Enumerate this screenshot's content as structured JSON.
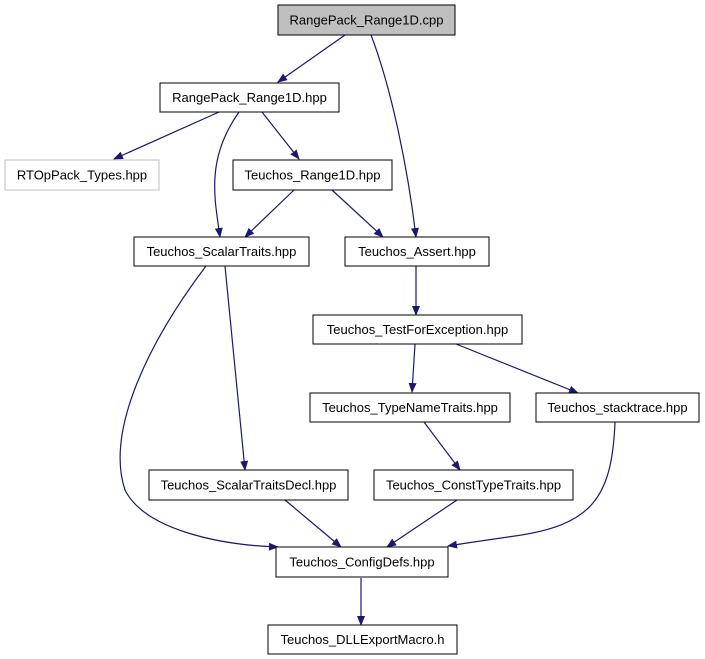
{
  "colors": {
    "edge": "#191970",
    "root_fill": "#bfbfbf",
    "external_border": "#bfbfbf",
    "node_border": "#000000"
  },
  "nodes": {
    "rangepack_range1d_cpp": "RangePack_Range1D.cpp",
    "rangepack_range1d_hpp": "RangePack_Range1D.hpp",
    "rtoppack_types_hpp": "RTOpPack_Types.hpp",
    "teuchos_range1d_hpp": "Teuchos_Range1D.hpp",
    "teuchos_scalartraits_hpp": "Teuchos_ScalarTraits.hpp",
    "teuchos_assert_hpp": "Teuchos_Assert.hpp",
    "teuchos_testforexception_hpp": "Teuchos_TestForException.hpp",
    "teuchos_typenametraits_hpp": "Teuchos_TypeNameTraits.hpp",
    "teuchos_stacktrace_hpp": "Teuchos_stacktrace.hpp",
    "teuchos_scalartraitsdecl_hpp": "Teuchos_ScalarTraitsDecl.hpp",
    "teuchos_consttypetraits_hpp": "Teuchos_ConstTypeTraits.hpp",
    "teuchos_configdefs_hpp": "Teuchos_ConfigDefs.hpp",
    "teuchos_dllexportmacro_h": "Teuchos_DLLExportMacro.h"
  },
  "edges": [
    [
      "rangepack_range1d_cpp",
      "rangepack_range1d_hpp"
    ],
    [
      "rangepack_range1d_cpp",
      "teuchos_assert_hpp"
    ],
    [
      "rangepack_range1d_hpp",
      "rtoppack_types_hpp"
    ],
    [
      "rangepack_range1d_hpp",
      "teuchos_range1d_hpp"
    ],
    [
      "rangepack_range1d_hpp",
      "teuchos_scalartraits_hpp"
    ],
    [
      "teuchos_range1d_hpp",
      "teuchos_scalartraits_hpp"
    ],
    [
      "teuchos_range1d_hpp",
      "teuchos_assert_hpp"
    ],
    [
      "teuchos_scalartraits_hpp",
      "teuchos_scalartraitsdecl_hpp"
    ],
    [
      "teuchos_scalartraits_hpp",
      "teuchos_configdefs_hpp"
    ],
    [
      "teuchos_assert_hpp",
      "teuchos_testforexception_hpp"
    ],
    [
      "teuchos_testforexception_hpp",
      "teuchos_typenametraits_hpp"
    ],
    [
      "teuchos_testforexception_hpp",
      "teuchos_stacktrace_hpp"
    ],
    [
      "teuchos_typenametraits_hpp",
      "teuchos_consttypetraits_hpp"
    ],
    [
      "teuchos_stacktrace_hpp",
      "teuchos_configdefs_hpp"
    ],
    [
      "teuchos_scalartraitsdecl_hpp",
      "teuchos_configdefs_hpp"
    ],
    [
      "teuchos_consttypetraits_hpp",
      "teuchos_configdefs_hpp"
    ],
    [
      "teuchos_configdefs_hpp",
      "teuchos_dllexportmacro_h"
    ]
  ]
}
